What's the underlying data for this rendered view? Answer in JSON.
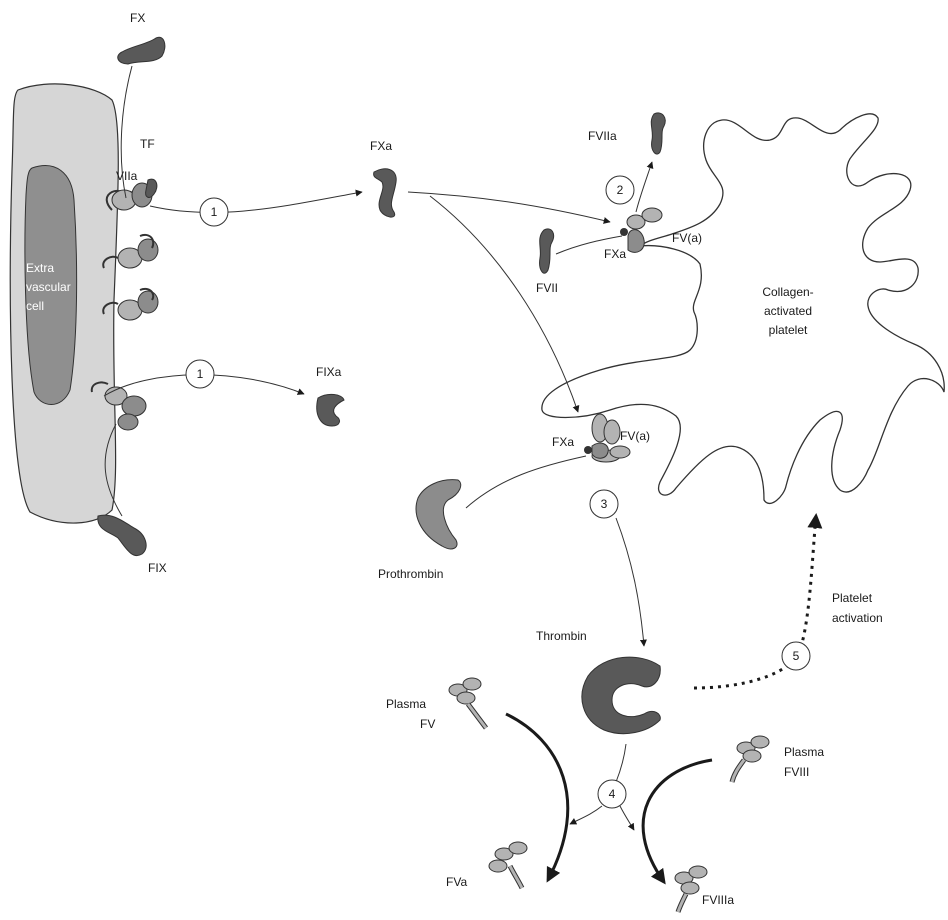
{
  "labels": {
    "fx": "FX",
    "tf": "TF",
    "viia": "VIIa",
    "cell1": "Extra",
    "cell2": "vascular",
    "cell3": "cell",
    "fxa_free": "FXa",
    "fixa": "FIXa",
    "fix": "FIX",
    "fviia": "FVIIa",
    "fvii": "FVII",
    "fxa_top": "FXa",
    "fva_top": "FV(a)",
    "platelet1": "Collagen-",
    "platelet2": "activated",
    "platelet3": "platelet",
    "fxa_mid": "FXa",
    "fva_mid": "FV(a)",
    "prothrombin": "Prothrombin",
    "thrombin": "Thrombin",
    "pa1": "Platelet",
    "pa2": "activation",
    "pfv1": "Plasma",
    "pfv2": "FV",
    "pfviii1": "Plasma",
    "pfviii2": "FVIII",
    "fva_bottom": "FVa",
    "fviiia": "FVIIIa"
  },
  "steps": [
    "1",
    "1",
    "2",
    "3",
    "4",
    "5"
  ],
  "colors": {
    "dark": "#595959",
    "medium": "#8c8c8c",
    "light": "#b3b3b3",
    "cell": "#d6d6d6",
    "nucleus": "#8f8f8f"
  }
}
